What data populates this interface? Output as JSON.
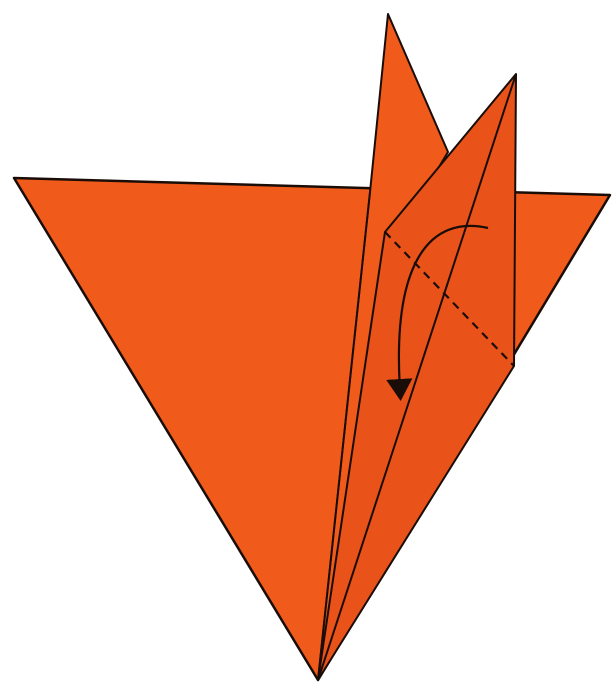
{
  "diagram": {
    "subject": "origami-fold-step",
    "colors": {
      "paper": "#f05a1a",
      "paper_shade": "#e9531a",
      "outline": "#1a0d08",
      "background": "#ffffff"
    },
    "instruction": {
      "fold_line_style": "dashed",
      "arrow_direction": "down-left"
    }
  }
}
